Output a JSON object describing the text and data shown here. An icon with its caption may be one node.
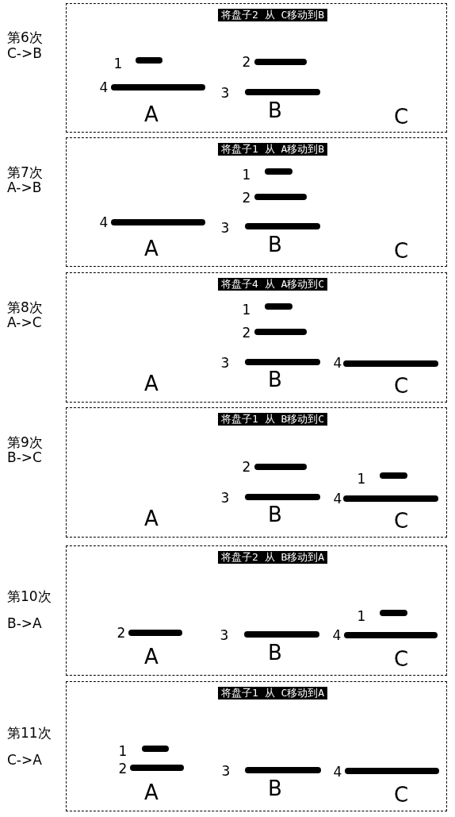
{
  "diagram": {
    "nodes": [
      {
        "text": [
          "将盘子2 从 C移动到B"
        ],
        "beside": [
          "第6次",
          "C->B"
        ]
      },
      {
        "text": [],
        "shape": "bar",
        "in": 0,
        "beside": [
          "1"
        ]
      },
      {
        "text": [],
        "shape": "bar",
        "in": 0,
        "beside": [
          "4"
        ]
      },
      {
        "text": [],
        "shape": "bar",
        "in": 0,
        "beside": [
          "2"
        ]
      },
      {
        "text": [],
        "shape": "bar",
        "in": 0,
        "beside": [
          "3"
        ]
      },
      {
        "text": [
          "将盘子1 从 A移动到B"
        ],
        "beside": [
          "第7次",
          "A->B"
        ]
      },
      {
        "text": [],
        "shape": "bar",
        "in": 5,
        "beside": [
          "4"
        ]
      },
      {
        "text": [],
        "shape": "bar",
        "in": 5,
        "beside": [
          "1"
        ]
      },
      {
        "text": [],
        "shape": "bar",
        "in": 5,
        "beside": [
          "2"
        ]
      },
      {
        "text": [],
        "shape": "bar",
        "in": 5,
        "beside": [
          "3"
        ]
      },
      {
        "text": [
          "将盘子4 从 A移动到C"
        ],
        "beside": [
          "第8次",
          "A->C"
        ]
      },
      {
        "text": [],
        "shape": "bar",
        "in": 10,
        "beside": [
          "1"
        ]
      },
      {
        "text": [],
        "shape": "bar",
        "in": 10,
        "beside": [
          "2"
        ]
      },
      {
        "text": [],
        "shape": "bar",
        "in": 10,
        "beside": [
          "3"
        ]
      },
      {
        "text": [],
        "shape": "bar",
        "in": 10,
        "beside": [
          "4"
        ]
      },
      {
        "text": [
          "将盘子1 从 B移动到C"
        ],
        "beside": [
          "第9次",
          "B->C"
        ]
      },
      {
        "text": [],
        "shape": "bar",
        "in": 15,
        "beside": [
          "2"
        ]
      },
      {
        "text": [],
        "shape": "bar",
        "in": 15,
        "beside": [
          "3"
        ]
      },
      {
        "text": [],
        "shape": "bar",
        "in": 15,
        "beside": [
          "1"
        ]
      },
      {
        "text": [],
        "shape": "bar",
        "in": 15,
        "beside": [
          "4"
        ]
      },
      {
        "text": [
          "将盘子2 从 B移动到A"
        ],
        "beside": [
          "第10次",
          "B->A"
        ]
      },
      {
        "text": [],
        "shape": "bar",
        "in": 20,
        "beside": [
          "2"
        ]
      },
      {
        "text": [],
        "shape": "bar",
        "in": 20,
        "beside": [
          "3"
        ]
      },
      {
        "text": [],
        "shape": "bar",
        "in": 20,
        "beside": [
          "1"
        ]
      },
      {
        "text": [],
        "shape": "bar",
        "in": 20,
        "beside": [
          "4"
        ]
      },
      {
        "text": [
          "将盘子1 从 C移动到A"
        ],
        "beside": [
          "第11次",
          "C->A"
        ]
      },
      {
        "text": [],
        "shape": "bar",
        "in": 25,
        "beside": [
          "1"
        ]
      },
      {
        "text": [],
        "shape": "bar",
        "in": 25,
        "beside": [
          "2"
        ]
      },
      {
        "text": [],
        "shape": "bar",
        "in": 25,
        "beside": [
          "3"
        ]
      },
      {
        "text": [],
        "shape": "bar",
        "in": 25,
        "beside": [
          "4"
        ]
      }
    ],
    "labels": [
      "A",
      "B",
      "C",
      "A",
      "B",
      "C",
      "A",
      "B",
      "C",
      "A",
      "B",
      "C",
      "A",
      "B",
      "C",
      "A",
      "B",
      "C"
    ]
  }
}
